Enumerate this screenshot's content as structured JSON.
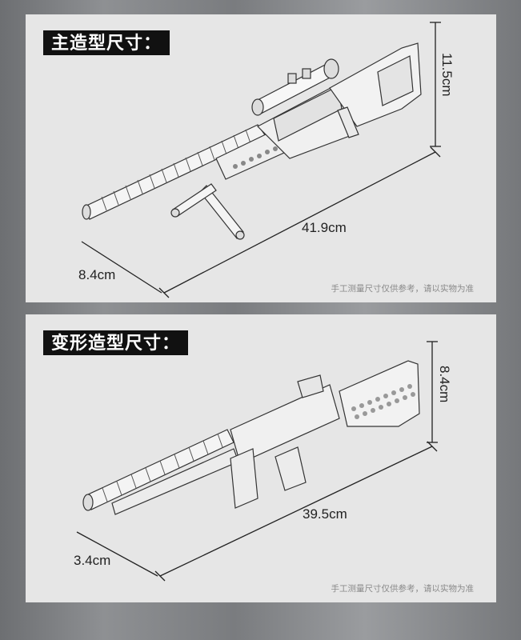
{
  "panels": [
    {
      "title": "主造型尺寸：",
      "width_label": "41.9cm",
      "depth_label": "8.4cm",
      "height_label": "11.5cm",
      "note": "手工测量尺寸仅供参考，请以实物为准"
    },
    {
      "title": "变形造型尺寸：",
      "width_label": "39.5cm",
      "depth_label": "3.4cm",
      "height_label": "8.4cm",
      "note": "手工测量尺寸仅供参考，请以实物为准"
    }
  ]
}
